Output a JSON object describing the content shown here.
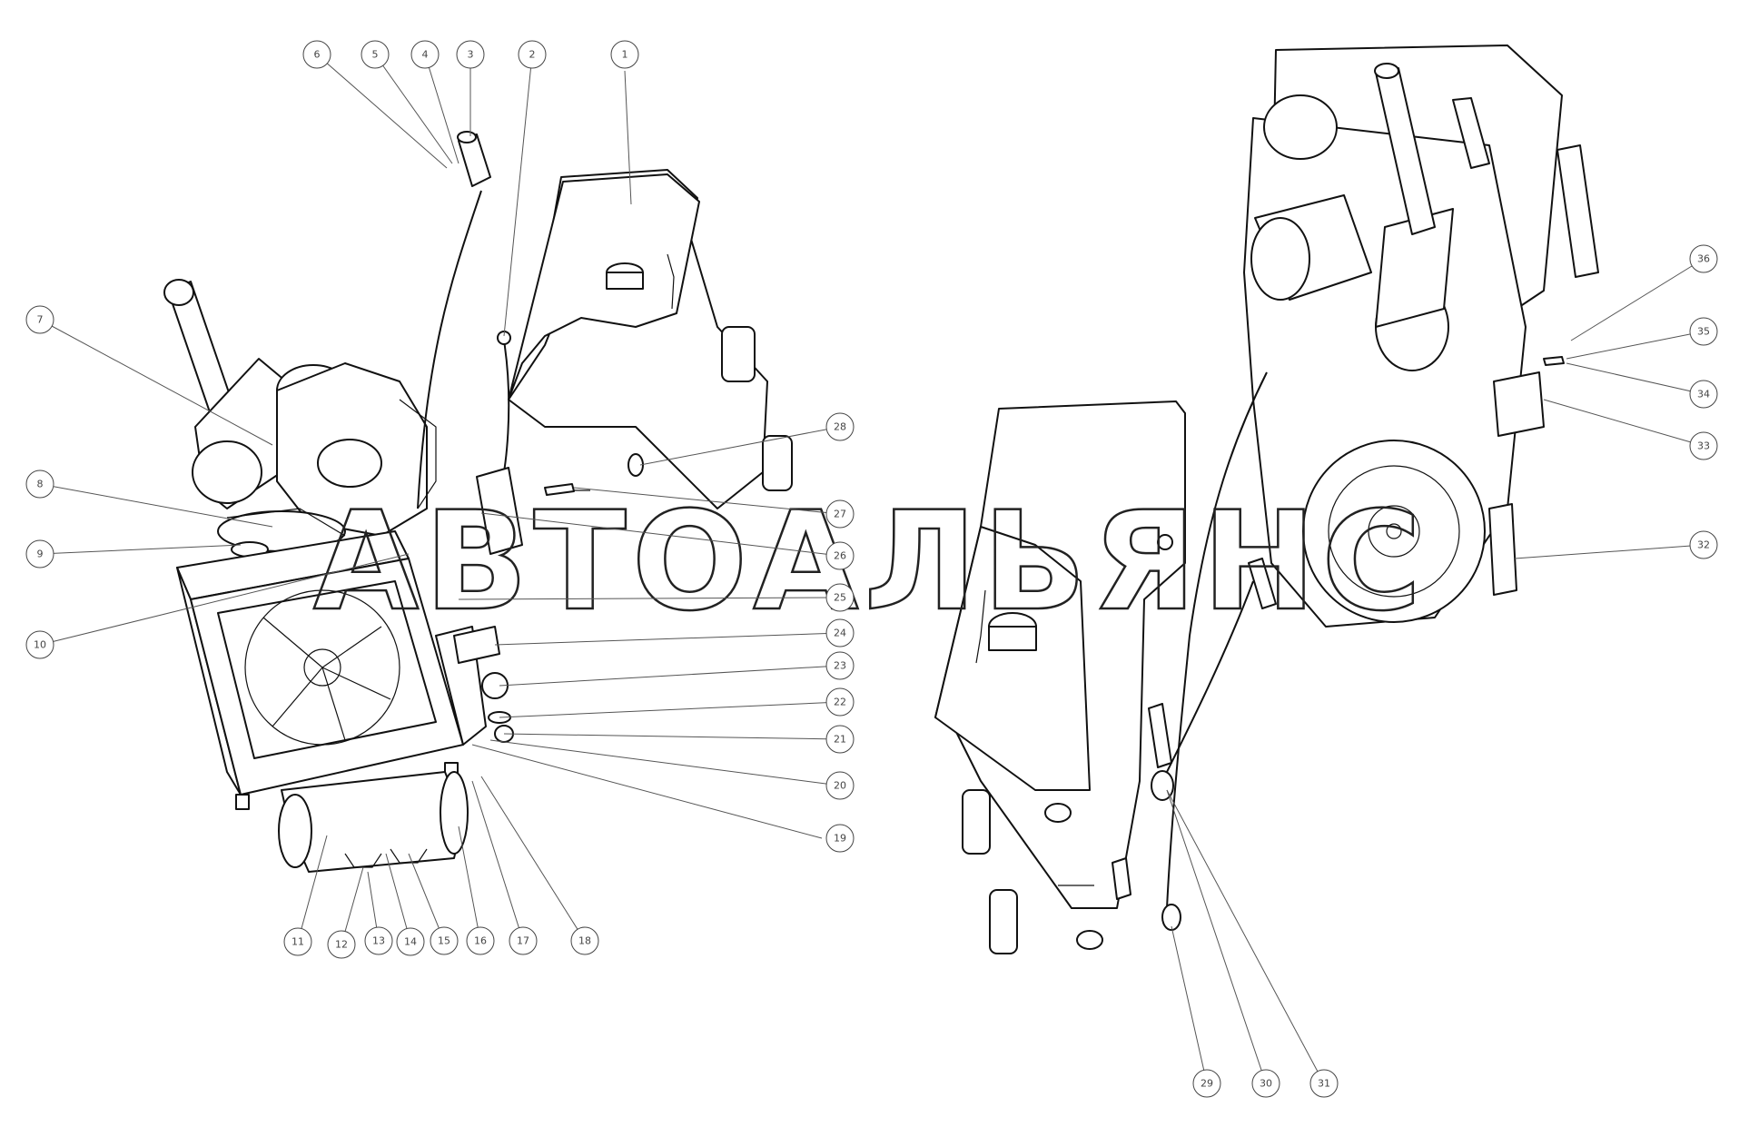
{
  "watermark": "АВТОАЛЬЯНС",
  "callouts": [
    "1",
    "2",
    "3",
    "4",
    "5",
    "6",
    "7",
    "8",
    "9",
    "10",
    "11",
    "12",
    "13",
    "14",
    "15",
    "16",
    "17",
    "18",
    "19",
    "20",
    "21",
    "22",
    "23",
    "24",
    "25",
    "26",
    "27",
    "28",
    "29",
    "30",
    "31",
    "32",
    "33",
    "34",
    "35",
    "36"
  ]
}
